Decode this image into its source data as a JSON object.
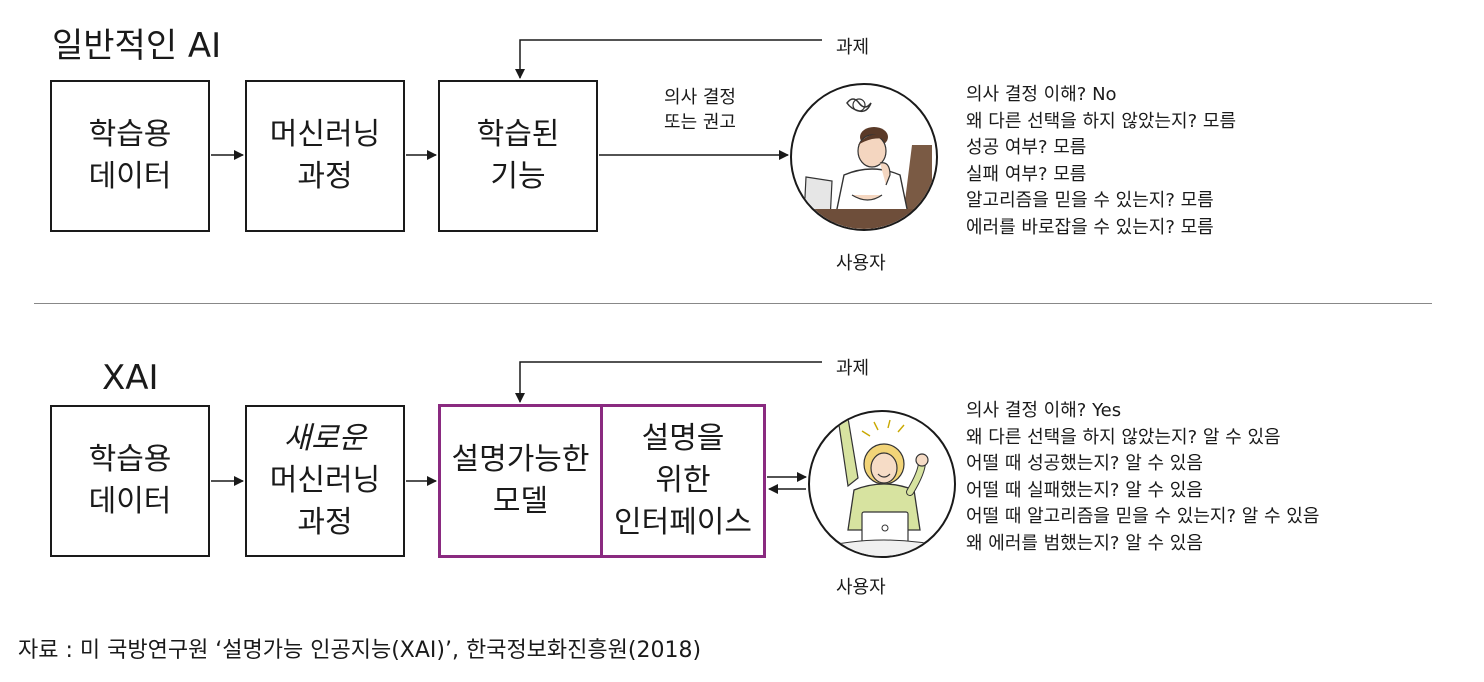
{
  "top": {
    "title": "일반적인 AI",
    "boxes": [
      {
        "lines": [
          "학습용",
          "데이터"
        ]
      },
      {
        "lines": [
          "머신러닝",
          "과정"
        ]
      },
      {
        "lines": [
          "학습된",
          "기능"
        ]
      }
    ],
    "task_label": "과제",
    "decision_label": [
      "의사 결정",
      "또는 권고"
    ],
    "user_label": "사용자",
    "questions": [
      "의사 결정 이해? No",
      "왜 다른 선택을 하지 않았는지?  모름",
      "성공 여부? 모름",
      "실패 여부? 모름",
      "알고리즘을 믿을 수 있는지? 모름",
      "에러를 바로잡을 수 있는지? 모름"
    ]
  },
  "bottom": {
    "title": "XAI",
    "boxes": [
      {
        "lines": [
          "학습용",
          "데이터"
        ]
      },
      {
        "italic": "새로운",
        "lines": [
          "머신러닝",
          "과정"
        ]
      },
      {
        "lines": [
          "설명가능한",
          "모델"
        ]
      },
      {
        "lines": [
          "설명을",
          "위한",
          "인터페이스"
        ]
      }
    ],
    "task_label": "과제",
    "user_label": "사용자",
    "questions": [
      "의사 결정 이해? Yes",
      "왜 다른 선택을 하지 않았는지?  알 수 있음",
      "어떨 때 성공했는지? 알 수 있음",
      "어떨 때 실패했는지? 알 수 있음",
      "어떨 때 알고리즘을 믿을 수 있는지? 알 수 있음",
      "왜 에러를 범했는지? 알 수 있음"
    ]
  },
  "source": "자료 : 미 국방연구원 ‘설명가능 인공지능(XAI)’, 한국정보화진흥원(2018)",
  "colors": {
    "accent": "#8a2a80",
    "line": "#1a1a1a",
    "divider": "#888888"
  }
}
